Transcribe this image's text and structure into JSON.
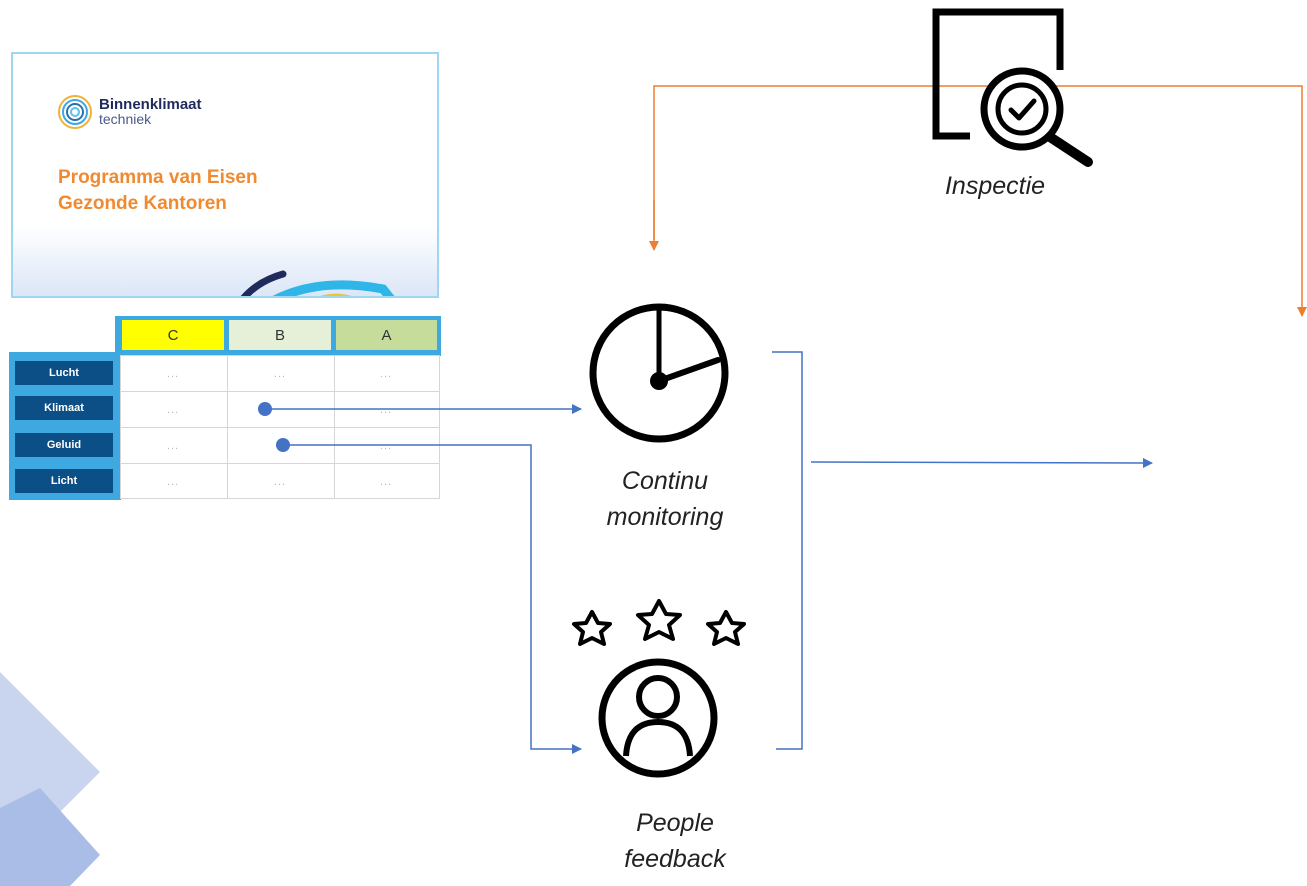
{
  "document": {
    "logo_name": "Binnenklimaat",
    "logo_sub": "techniek",
    "title_line1": "Programma van Eisen",
    "title_line2": "Gezonde Kantoren"
  },
  "grades": [
    "C",
    "B",
    "A"
  ],
  "rows": [
    {
      "label": "Lucht",
      "cells": [
        "...",
        "...",
        "..."
      ]
    },
    {
      "label": "Klimaat",
      "cells": [
        "...",
        "",
        "..."
      ]
    },
    {
      "label": "Geluid",
      "cells": [
        "...",
        "",
        "..."
      ]
    },
    {
      "label": "Licht",
      "cells": [
        "...",
        "...",
        "..."
      ]
    }
  ],
  "labels": {
    "inspection": "Inspectie",
    "monitoring_line1": "Continu",
    "monitoring_line2": "monitoring",
    "feedback_line1": "People",
    "feedback_line2": "feedback"
  },
  "colors": {
    "grade_c": "#ffff00",
    "grade_b": "#e6f0d8",
    "grade_a": "#c5dc9a",
    "arrow_blue": "#4472c4",
    "arrow_orange": "#ed7d31",
    "row_label_bg": "#0b4f86"
  }
}
